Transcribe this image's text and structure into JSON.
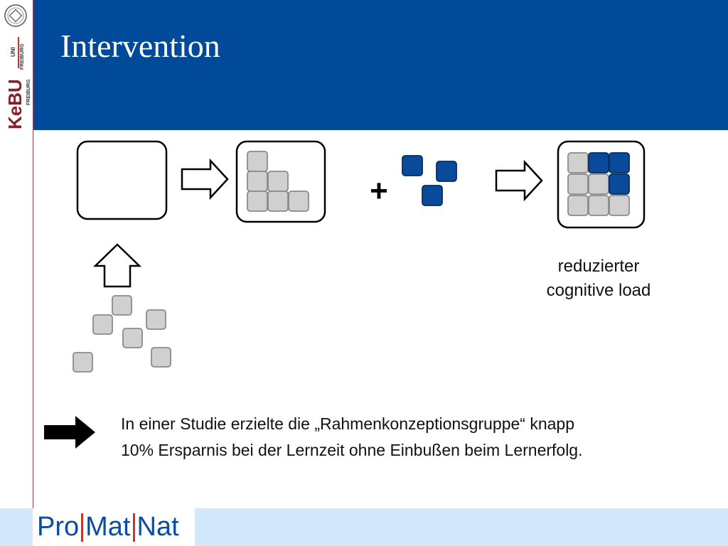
{
  "slide": {
    "title": "Intervention"
  },
  "branding": {
    "university_line1": "UNI",
    "university_line2": "FREIBURG",
    "kebu_mark": "KeBU",
    "kebu_sub": "FREIBURG",
    "footer_words": [
      "Pro",
      "Mat",
      "Nat"
    ]
  },
  "diagram": {
    "plus_symbol": "+",
    "caption_line1": "reduzierter",
    "caption_line2": "cognitive load"
  },
  "conclusion": {
    "line1": "In einer Studie erzielte die „Rahmenkonzeptionsgruppe“ knapp",
    "line2": "10% Ersparnis bei der Lernzeit ohne Einbußen beim Lernerfolg."
  },
  "colors": {
    "header_blue": "#004a99",
    "block_blue": "#0a4a9a",
    "block_gray": "#d0d0d0",
    "footer_bg": "#d3e9fb",
    "accent_red": "#c0392b"
  }
}
